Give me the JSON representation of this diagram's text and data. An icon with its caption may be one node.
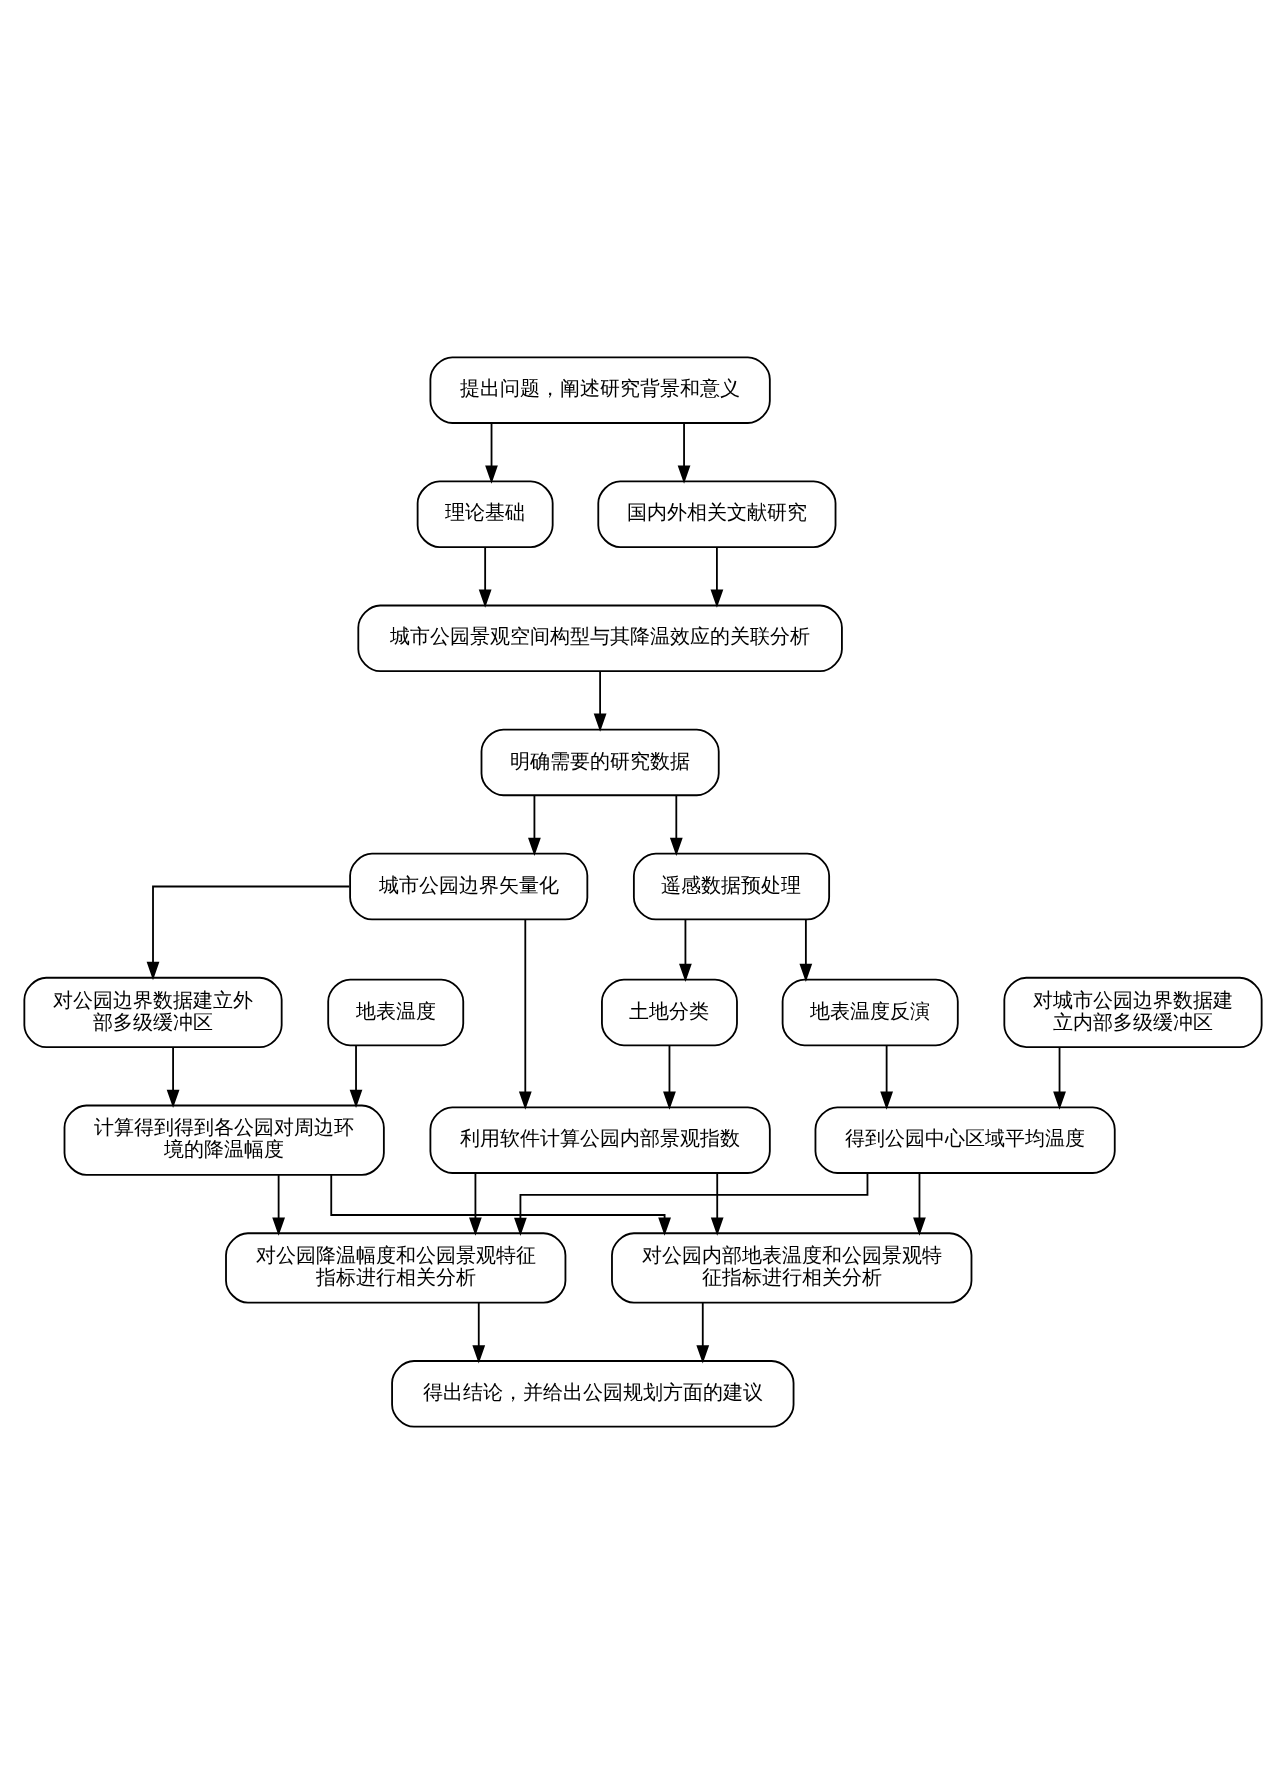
{
  "diagram": {
    "nodes": [
      {
        "text": [
          "提出问题，阐述研究背景和意义"
        ]
      },
      {
        "text": [
          "理论基础"
        ]
      },
      {
        "text": [
          "国内外相关文献研究"
        ]
      },
      {
        "text": [
          "城市公园景观空间构型与其降温效应的关联分析"
        ]
      },
      {
        "text": [
          "明确需要的研究数据"
        ]
      },
      {
        "text": [
          "城市公园边界矢量化"
        ]
      },
      {
        "text": [
          "遥感数据预处理"
        ]
      },
      {
        "text": [
          "对公园边界数据建立外部多级缓冲区"
        ]
      },
      {
        "text": [
          "土地分类"
        ]
      },
      {
        "text": [
          "地表温度反演"
        ]
      },
      {
        "text": [
          "地表温度"
        ]
      },
      {
        "text": [
          "对城市公园边界数据建立内部多级缓冲区"
        ]
      },
      {
        "text": [
          "计算得到得到各公园对周边环境的降温幅度"
        ]
      },
      {
        "text": [
          "利用软件计算公园内部景观指数"
        ]
      },
      {
        "text": [
          "得到公园中心区域平均温度"
        ]
      },
      {
        "text": [
          "对公园降温幅度和公园景观特征指标进行相关分析"
        ]
      },
      {
        "text": [
          "对公园内部地表温度和公园景观特征指标进行相关分析"
        ]
      },
      {
        "text": [
          "得出结论，并给出公园规划方面的建议"
        ]
      }
    ],
    "edges": [
      {
        "from": 0,
        "to": 1,
        "arrow": "to"
      },
      {
        "from": 0,
        "to": 2,
        "arrow": "to"
      },
      {
        "from": 1,
        "to": 3,
        "arrow": "to"
      },
      {
        "from": 2,
        "to": 3,
        "arrow": "to"
      },
      {
        "from": 3,
        "to": 4,
        "arrow": "to"
      },
      {
        "from": 4,
        "to": 5,
        "arrow": "to"
      },
      {
        "from": 4,
        "to": 6,
        "arrow": "to"
      },
      {
        "from": 5,
        "to": 7,
        "arrow": "to"
      },
      {
        "from": 6,
        "to": 8,
        "arrow": "to"
      },
      {
        "from": 6,
        "to": 9,
        "arrow": "to"
      },
      {
        "from": 5,
        "to": 13,
        "arrow": "to"
      },
      {
        "from": 8,
        "to": 13,
        "arrow": "to"
      },
      {
        "from": 7,
        "to": 12,
        "arrow": "to"
      },
      {
        "from": 10,
        "to": 12,
        "arrow": "to"
      },
      {
        "from": 9,
        "to": 14,
        "arrow": "to"
      },
      {
        "from": 11,
        "to": 14,
        "arrow": "to"
      },
      {
        "from": 12,
        "to": 15,
        "arrow": "to"
      },
      {
        "from": 13,
        "to": 15,
        "arrow": "to"
      },
      {
        "from": 14,
        "to": 15,
        "arrow": "to"
      },
      {
        "from": 12,
        "to": 16,
        "arrow": "to"
      },
      {
        "from": 13,
        "to": 16,
        "arrow": "to"
      },
      {
        "from": 14,
        "to": 16,
        "arrow": "to"
      },
      {
        "from": 15,
        "to": 17,
        "arrow": "to"
      },
      {
        "from": 16,
        "to": 17,
        "arrow": "to"
      }
    ]
  }
}
